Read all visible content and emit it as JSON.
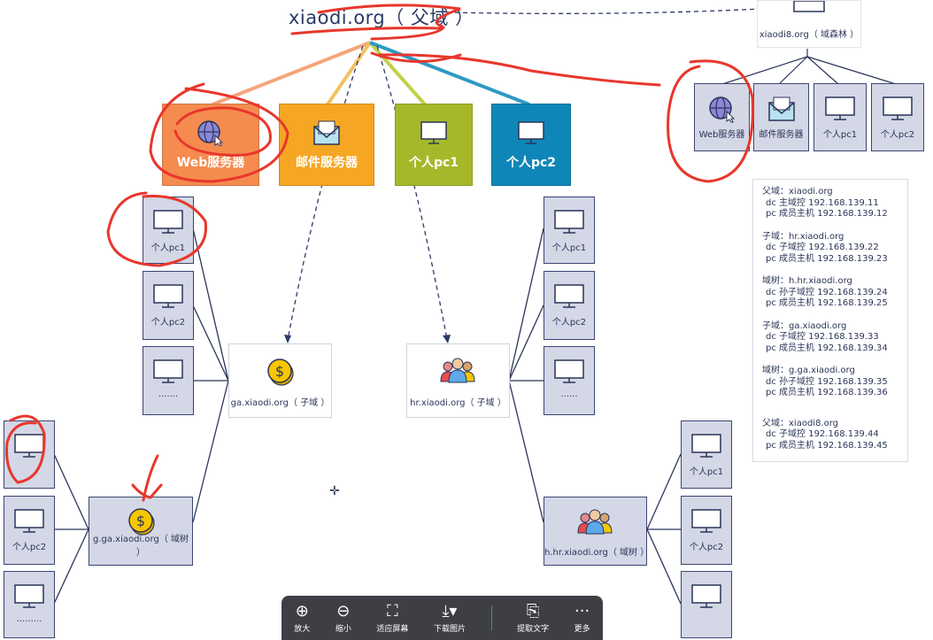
{
  "title": "xiaodi.org（ 父域 ）",
  "categories": [
    {
      "label": "Web服务器",
      "color": "#f58b4f",
      "icon": "globe-cursor-icon"
    },
    {
      "label": "邮件服务器",
      "color": "#f5a623",
      "icon": "mail-icon"
    },
    {
      "label": "个人pc1",
      "color": "#a6b82a",
      "icon": "monitor-icon"
    },
    {
      "label": "个人pc2",
      "color": "#0f86b8",
      "icon": "monitor-icon"
    }
  ],
  "forest_node": {
    "label": "xiaodi8.org（ 域森林 ）"
  },
  "forest_children": [
    {
      "label": "Web服务器",
      "icon": "globe-cursor-icon"
    },
    {
      "label": "邮件服务器",
      "icon": "mail-icon"
    },
    {
      "label": "个人pc1",
      "icon": "monitor-icon"
    },
    {
      "label": "个人pc2",
      "icon": "monitor-icon"
    }
  ],
  "domains": {
    "ga": {
      "label": "ga.xiaodi.org（ 子域 ）",
      "icon": "coin-icon"
    },
    "hr": {
      "label": "hr.xiaodi.org（ 子域 ）",
      "icon": "people-icon"
    },
    "gga": {
      "label": "g.ga.xiaodi.org（ 域树 ）",
      "icon": "coin-icon"
    },
    "hhr": {
      "label": "h.hr.xiaodi.org（ 域树 ）",
      "icon": "people-icon"
    }
  },
  "pcs": {
    "ga_pc1": "个人pc1",
    "ga_pc2": "个人pc2",
    "ga_pc3": ".......",
    "hr_pc1": "个人pc1",
    "hr_pc2": "个人pc2",
    "hr_pc3": "......",
    "gga_pc1": "",
    "gga_pc2": "个人pc2",
    "gga_pc3": ".........",
    "hhr_pc1": "个人pc1",
    "hhr_pc2": "个人pc2",
    "hhr_pc3": ""
  },
  "info": [
    {
      "head": "父域：xiaodi.org",
      "lines": [
        "dc 主域控 192.168.139.11",
        "pc 成员主机 192.168.139.12"
      ]
    },
    {
      "head": "子域：hr.xiaodi.org",
      "lines": [
        "dc 子域控 192.168.139.22",
        "pc 成员主机 192.168.139.23"
      ]
    },
    {
      "head": "域树：h.hr.xiaodi.org",
      "lines": [
        "dc 孙子域控 192.168.139.24",
        "pc 成员主机 192.168.139.25"
      ]
    },
    {
      "head": "子域：ga.xiaodi.org",
      "lines": [
        "dc 子域控 192.168.139.33",
        "pc 成员主机 192.168.139.34"
      ]
    },
    {
      "head": "域树：g.ga.xiaodi.org",
      "lines": [
        "dc 孙子域控 192.168.139.35",
        "pc 成员主机 192.168.139.36"
      ]
    },
    {
      "head": "父域：xiaodi8.org",
      "lines": [
        "dc 子域控 192.168.139.44",
        "pc 成员主机 192.168.139.45"
      ]
    }
  ],
  "toolbar": {
    "zoom_in": "放大",
    "zoom_out": "缩小",
    "fit": "适应屏幕",
    "download": "下载图片",
    "extract": "提取文字",
    "more": "更多"
  }
}
